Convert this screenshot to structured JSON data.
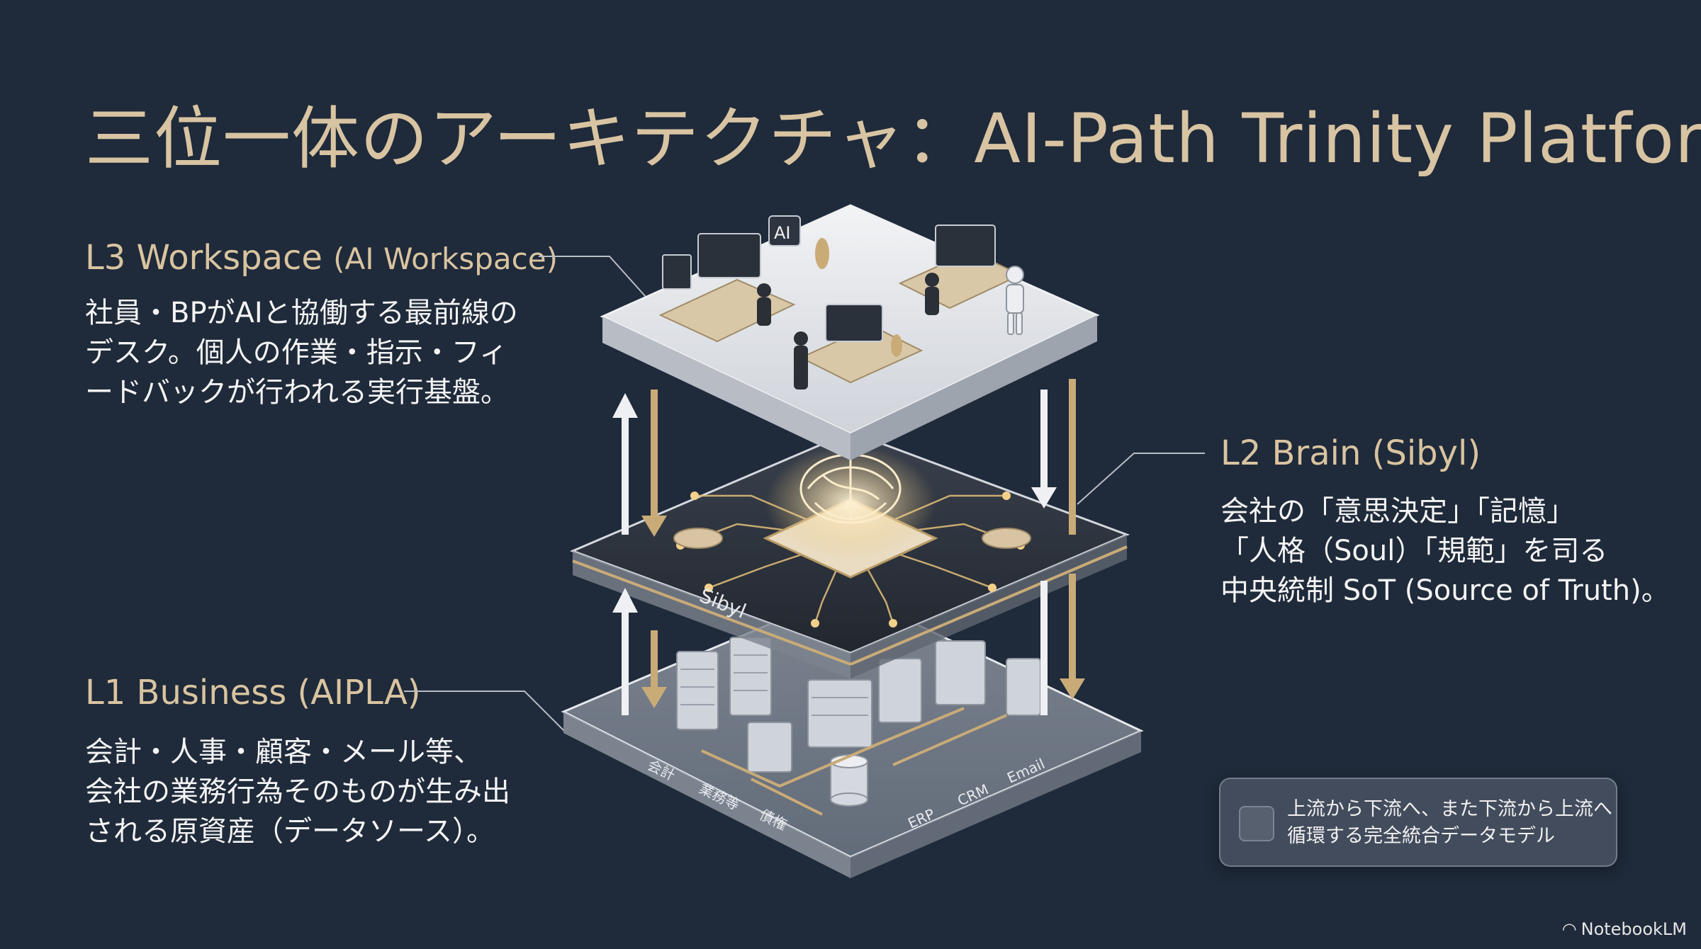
{
  "title": "三位一体のアーキテクチャ：AI-Path Trinity Platform",
  "layers": {
    "l3": {
      "heading": "L3 Workspace",
      "heading_sub": "(AI Workspace)",
      "lines": [
        "社員・BPがAIと協働する最前線の",
        "デスク。個人の作業・指示・フィ",
        "ードバックが行われる実行基盤。"
      ]
    },
    "l2": {
      "heading": "L2 Brain (Sibyl)",
      "lines": [
        "会社の「意思決定」「記憶」",
        "「人格（Soul）「規範」を司る",
        "中央統制 SoT (Source of Truth)。"
      ]
    },
    "l1": {
      "heading": "L1 Business (AIPLA)",
      "lines": [
        "会計・人事・顧客・メール等、",
        "会社の業務行為そのものが生み出",
        "される原資産（データソース）。"
      ]
    }
  },
  "illustration": {
    "ai_sign": "AI",
    "brain_label": "Sibyl",
    "base_labels": [
      "会計",
      "業務等",
      "債権",
      "ERP",
      "CRM",
      "Email"
    ]
  },
  "callout": {
    "lines": [
      "上流から下流へ、また下流から上流へ",
      "循環する完全統合データモデル"
    ]
  },
  "brand": "NotebookLM",
  "colors": {
    "background": "#1f2a3a",
    "accent_gold": "#d8c4a2",
    "arrow_gold": "#c9ab78"
  }
}
